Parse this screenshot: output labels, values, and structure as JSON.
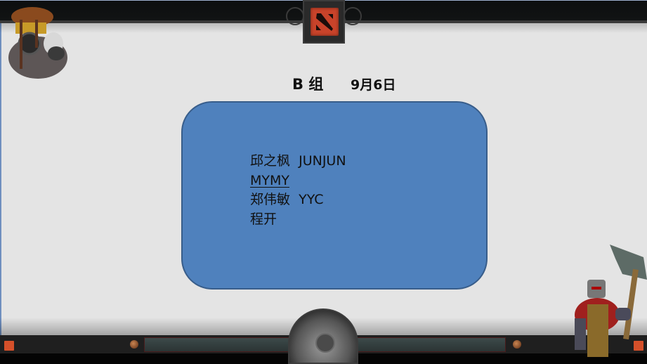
{
  "slide": {
    "title": {
      "group": "B 组",
      "date": "9月6日"
    },
    "roster": [
      {
        "name": "邱之枫",
        "handle": "JUNJUN"
      },
      {
        "name": "",
        "handle": "MYMY",
        "underlined": true
      },
      {
        "name": "郑伟敏",
        "handle": "YYC"
      },
      {
        "name": "程开",
        "handle": ""
      }
    ],
    "colors": {
      "card_fill": "#4f81bd",
      "card_border": "#385d8a",
      "logo_red": "#c8432a",
      "background": "#e4e4e4"
    },
    "decorations": {
      "top_emblem": "dota-logo-icon",
      "bottom_emblem": "aegis-icon",
      "left_character": "pack-yak-courier-icon",
      "right_character": "hammer-warrior-icon"
    }
  }
}
